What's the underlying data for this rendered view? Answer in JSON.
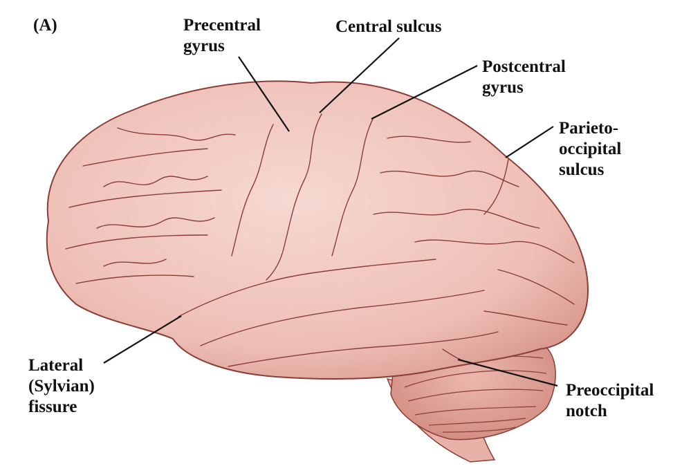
{
  "panel_label": "(A)",
  "labels": {
    "precentral": [
      "Precentral",
      "gyrus"
    ],
    "central": [
      "Central sulcus"
    ],
    "postcentral": [
      "Postcentral",
      "gyrus"
    ],
    "parieto": [
      "Parieto-",
      "occipital",
      "sulcus"
    ],
    "lateral": [
      "Lateral",
      "(Sylvian)",
      "fissure"
    ],
    "preoccipital": [
      "Preoccipital",
      "notch"
    ]
  },
  "colors": {
    "brain_fill": "#efc4bc",
    "brain_shadow": "#d99a90",
    "sulcus_line": "#8a3c36",
    "cerebellum_fill": "#e3a79d",
    "leader_line": "#111111"
  }
}
